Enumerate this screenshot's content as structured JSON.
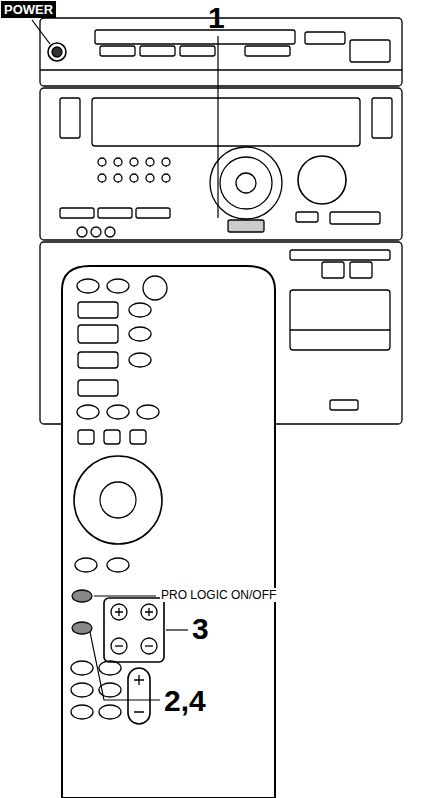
{
  "diagram": {
    "labels": [
      "POWER",
      "1",
      "PRO LOGIC ON/OFF",
      "3",
      "2,4"
    ]
  }
}
